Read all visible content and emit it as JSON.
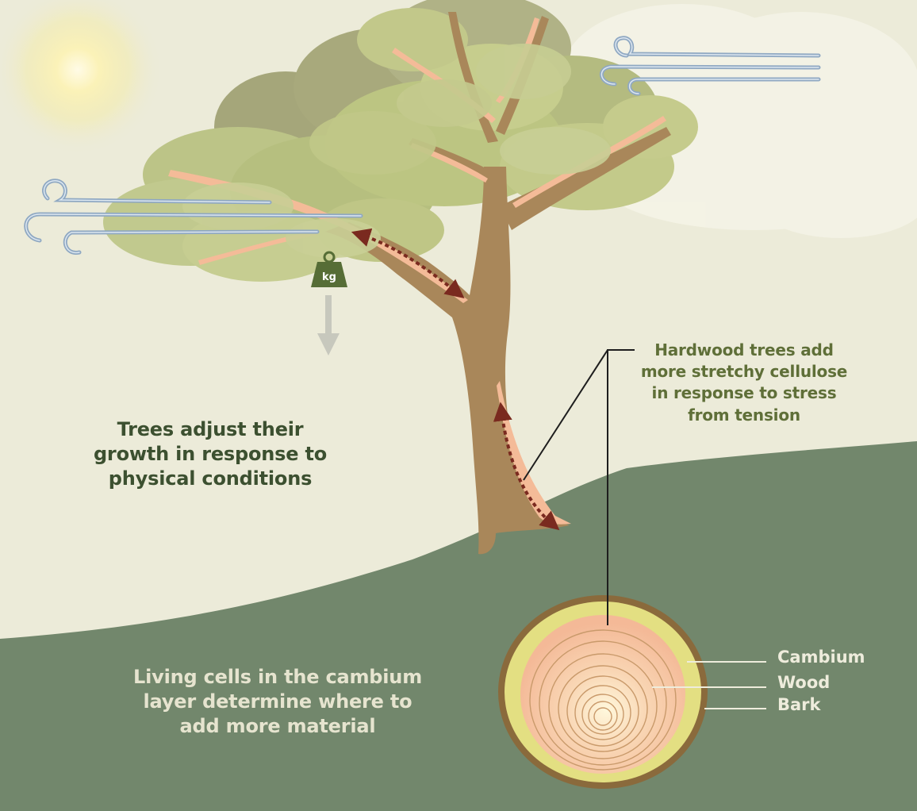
{
  "texts": {
    "intro": [
      "Trees adjust their",
      "growth in response to",
      "physical conditions"
    ],
    "hardwood": [
      "Hardwood trees add",
      "more stretchy cellulose",
      "in response to stress",
      "from tension"
    ],
    "cambium_note": [
      "Living cells in the cambium",
      "layer determine where to",
      "add more material"
    ]
  },
  "weight_label": "kg",
  "ring_labels": {
    "cambium": "Cambium",
    "wood": "Wood",
    "bark": "Bark"
  },
  "colors": {
    "sky": "#ecebd9",
    "ground": "#72876c",
    "trunk": "#a9875a",
    "tension_wood": "#f4bb98",
    "arrow": "#7a2a1f",
    "foliage": "#b8c27c",
    "cambium": "#e3df82",
    "bark": "#8a6a3c"
  }
}
